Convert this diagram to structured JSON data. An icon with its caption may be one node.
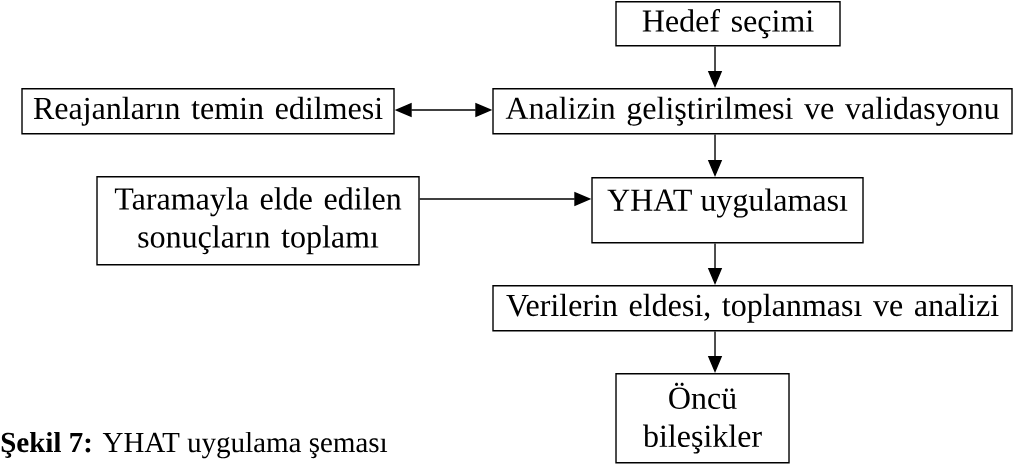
{
  "diagram": {
    "caption": "**Şekil 7:** YHAT uygulama şeması",
    "nodes": [
      {
        "text": [
          "Hedef seçimi"
        ]
      },
      {
        "text": [
          "Reajanların temin edilmesi"
        ]
      },
      {
        "text": [
          "Analizin geliştirilmesi ve validasyonu"
        ]
      },
      {
        "text": [
          "Taramayla elde edilen sonuçların toplamı"
        ]
      },
      {
        "text": [
          "YHAT uygulaması"
        ]
      },
      {
        "text": [
          "Verilerin eldesi, toplanması ve analizi"
        ]
      },
      {
        "text": [
          "Öncü bileşikler"
        ]
      }
    ],
    "edges": [
      {
        "from": 0,
        "to": 2,
        "arrow": "to"
      },
      {
        "from": 1,
        "to": 2,
        "arrow": "both"
      },
      {
        "from": 2,
        "to": 4,
        "arrow": "to"
      },
      {
        "from": 3,
        "to": 4,
        "arrow": "to"
      },
      {
        "from": 4,
        "to": 5,
        "arrow": "to"
      },
      {
        "from": 5,
        "to": 6,
        "arrow": "to"
      }
    ]
  }
}
